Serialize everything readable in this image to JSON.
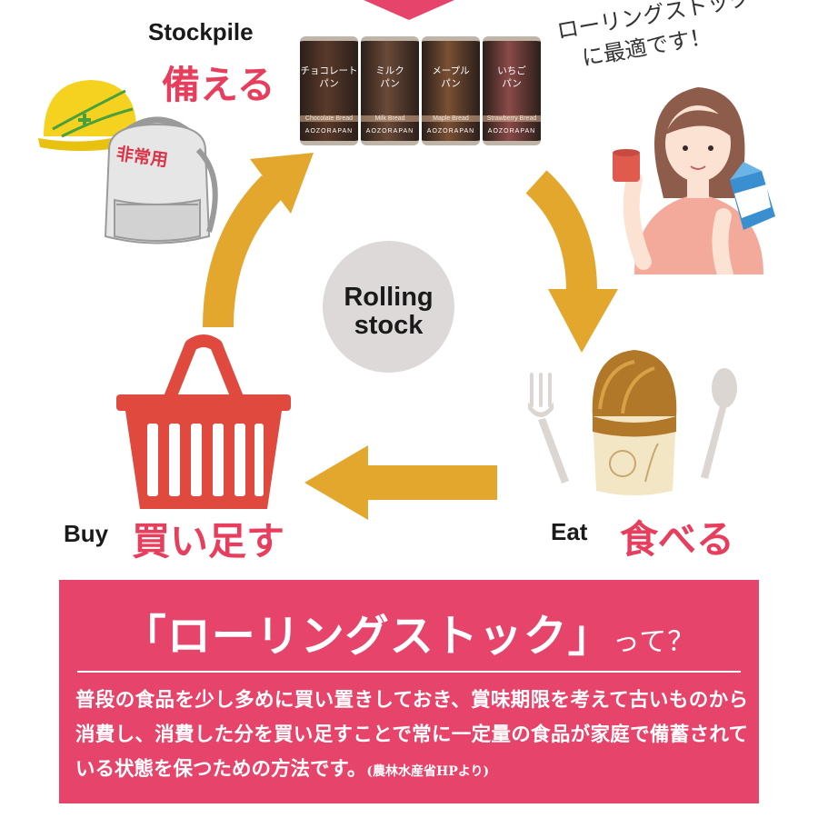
{
  "center": {
    "line1": "Rolling",
    "line2": "stock"
  },
  "stockpile": {
    "en": "Stockpile",
    "jp": "備える"
  },
  "eat": {
    "en": "Eat",
    "jp": "食べる"
  },
  "buy": {
    "en": "Buy",
    "jp": "買い足す"
  },
  "speech": {
    "line1": "ローリングストック",
    "line2": "に最適です！"
  },
  "backpack_label": "非常用",
  "cans": [
    {
      "jp": "チョコレート\nパン",
      "en": "Chocolate Bread",
      "brand": "AOZORAPAN",
      "color": "#5a3a2a"
    },
    {
      "jp": "ミルク\nパン",
      "en": "Milk Bread",
      "brand": "AOZORAPAN",
      "color": "#6a4a38"
    },
    {
      "jp": "メープル\nパン",
      "en": "Maple Bread",
      "brand": "AOZORAPAN",
      "color": "#7a5034"
    },
    {
      "jp": "いちご\nパン",
      "en": "Strawberry Bread",
      "brand": "AOZORAPAN",
      "color": "#8a4a48"
    }
  ],
  "panel": {
    "title": "「ローリングストック」",
    "title_suffix": "って？",
    "body": "普段の食品を少し多めに買い置きしておき、賞味期限を考えて古いものから消費し、消費した分を買い足すことで常に一定量の食品が家庭で備蓄されている状態を保つための方法です。",
    "source": "(農林水産省HPより)"
  },
  "colors": {
    "accent": "#e6446a",
    "arrow": "#e4a72e",
    "circle": "#dcd9d8",
    "basket": "#e0493e"
  }
}
